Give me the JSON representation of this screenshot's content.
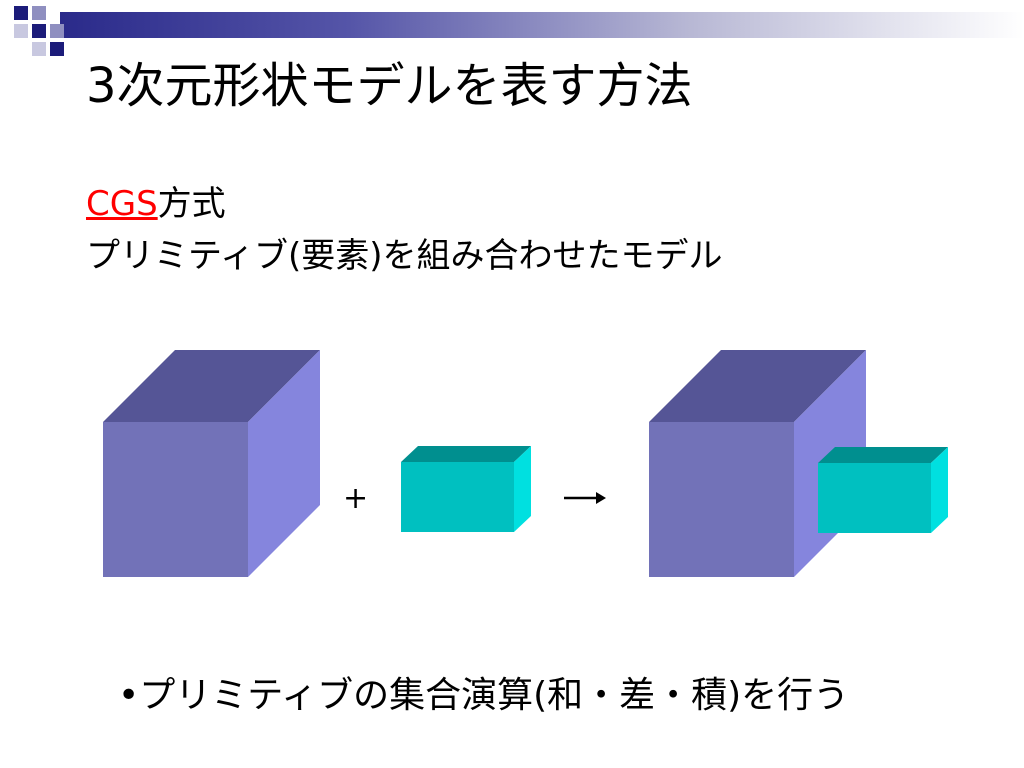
{
  "slide": {
    "title": "3次元形状モデルを表す方法",
    "subtitle_link": "CGS",
    "subtitle_rest": "方式",
    "description": "プリミティブ(要素)を組み合わせたモデル",
    "plus": "+",
    "arrow": "→",
    "bullet": "•プリミティブの集合演算(和・差・積)を行う"
  },
  "colors": {
    "cube_front": "#7272b8",
    "cube_top": "#555596",
    "cube_side": "#8585dd",
    "box_front": "#00c0c0",
    "box_top": "#008f8f",
    "box_side": "#00e0e0",
    "link": "#ff0000",
    "decor_dark": "#1c1c7a"
  }
}
